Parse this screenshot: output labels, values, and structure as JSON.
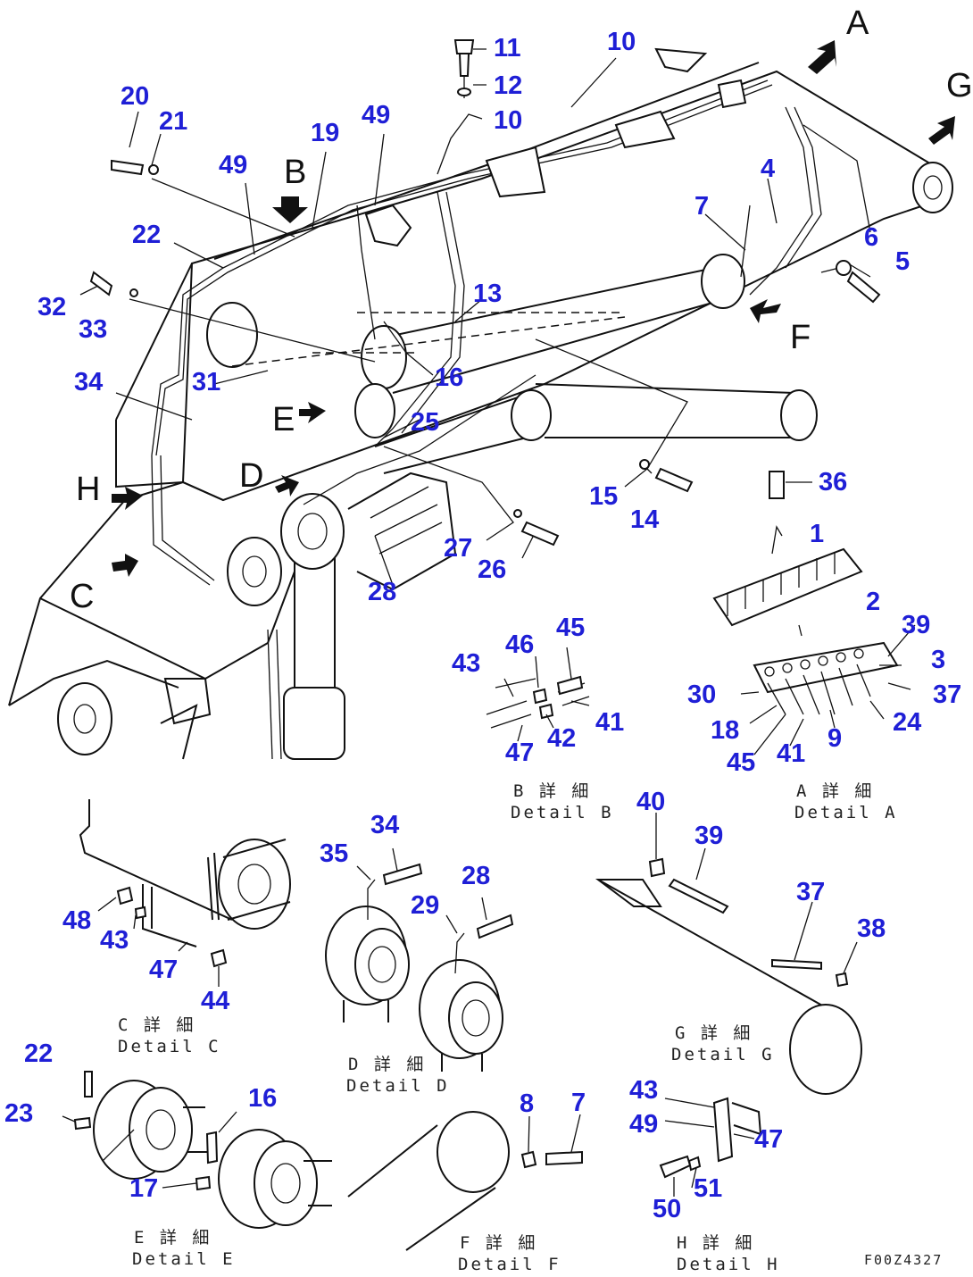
{
  "part_numbers": [
    "1",
    "2",
    "3",
    "4",
    "5",
    "6",
    "7",
    "8",
    "9",
    "10",
    "11",
    "12",
    "13",
    "14",
    "15",
    "16",
    "17",
    "18",
    "19",
    "20",
    "21",
    "22",
    "23",
    "24",
    "25",
    "26",
    "27",
    "28",
    "29",
    "30",
    "31",
    "32",
    "33",
    "34",
    "35",
    "36",
    "37",
    "38",
    "39",
    "40",
    "41",
    "42",
    "43",
    "44",
    "45",
    "46",
    "47",
    "48",
    "49",
    "50",
    "51"
  ],
  "view_letters": [
    "A",
    "B",
    "C",
    "D",
    "E",
    "F",
    "G",
    "H"
  ],
  "details": {
    "A": {
      "jp": "A 詳 細",
      "en": "Detail A"
    },
    "B": {
      "jp": "B 詳 細",
      "en": "Detail B"
    },
    "C": {
      "jp": "C 詳 細",
      "en": "Detail C"
    },
    "D": {
      "jp": "D 詳 細",
      "en": "Detail D"
    },
    "E": {
      "jp": "E 詳 細",
      "en": "Detail E"
    },
    "F": {
      "jp": "F 詳 細",
      "en": "Detail F"
    },
    "G": {
      "jp": "G 詳 細",
      "en": "Detail G"
    },
    "H": {
      "jp": "H 詳 細",
      "en": "Detail H"
    }
  },
  "drawing_code": "F00Z4327",
  "colors": {
    "callout": "#1f1fd6",
    "line": "#111111",
    "background": "#ffffff"
  }
}
